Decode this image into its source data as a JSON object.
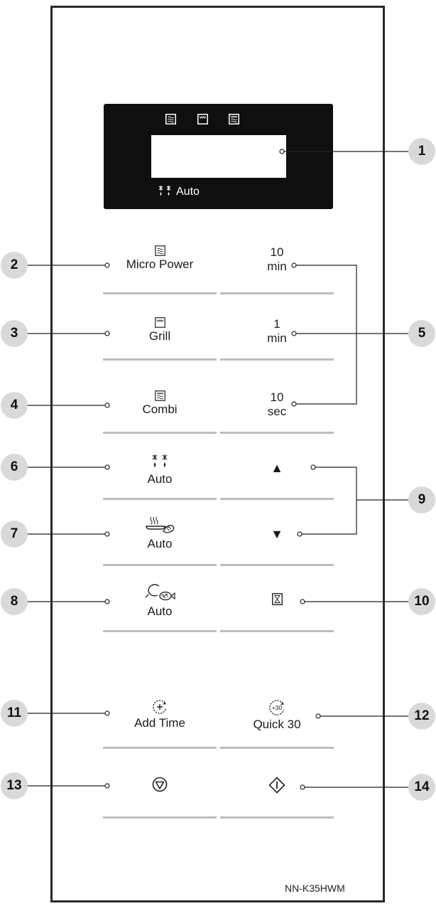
{
  "display": {
    "auto_label": "Auto"
  },
  "buttons": {
    "micro_power": "Micro Power",
    "grill": "Grill",
    "combi": "Combi",
    "defrost_auto": "Auto",
    "steam_auto": "Auto",
    "cook_auto": "Auto",
    "add_time": "Add Time",
    "quick30": "Quick 30",
    "quick30_icon_text": "+30",
    "ten_min": {
      "value": "10",
      "unit": "min"
    },
    "one_min": {
      "value": "1",
      "unit": "min"
    },
    "ten_sec": {
      "value": "10",
      "unit": "sec"
    },
    "up": "▲",
    "down": "▼"
  },
  "callouts": [
    "1",
    "2",
    "3",
    "4",
    "5",
    "6",
    "7",
    "8",
    "9",
    "10",
    "11",
    "12",
    "13",
    "14"
  ],
  "model": "NN-K35HWM",
  "icons": [
    "microwave-icon",
    "grill-icon",
    "combi-icon",
    "defrost-icon",
    "steam-auto-icon",
    "cook-auto-icon",
    "timer-icon",
    "add-time-icon",
    "quick30-icon",
    "stop-icon",
    "start-icon"
  ]
}
